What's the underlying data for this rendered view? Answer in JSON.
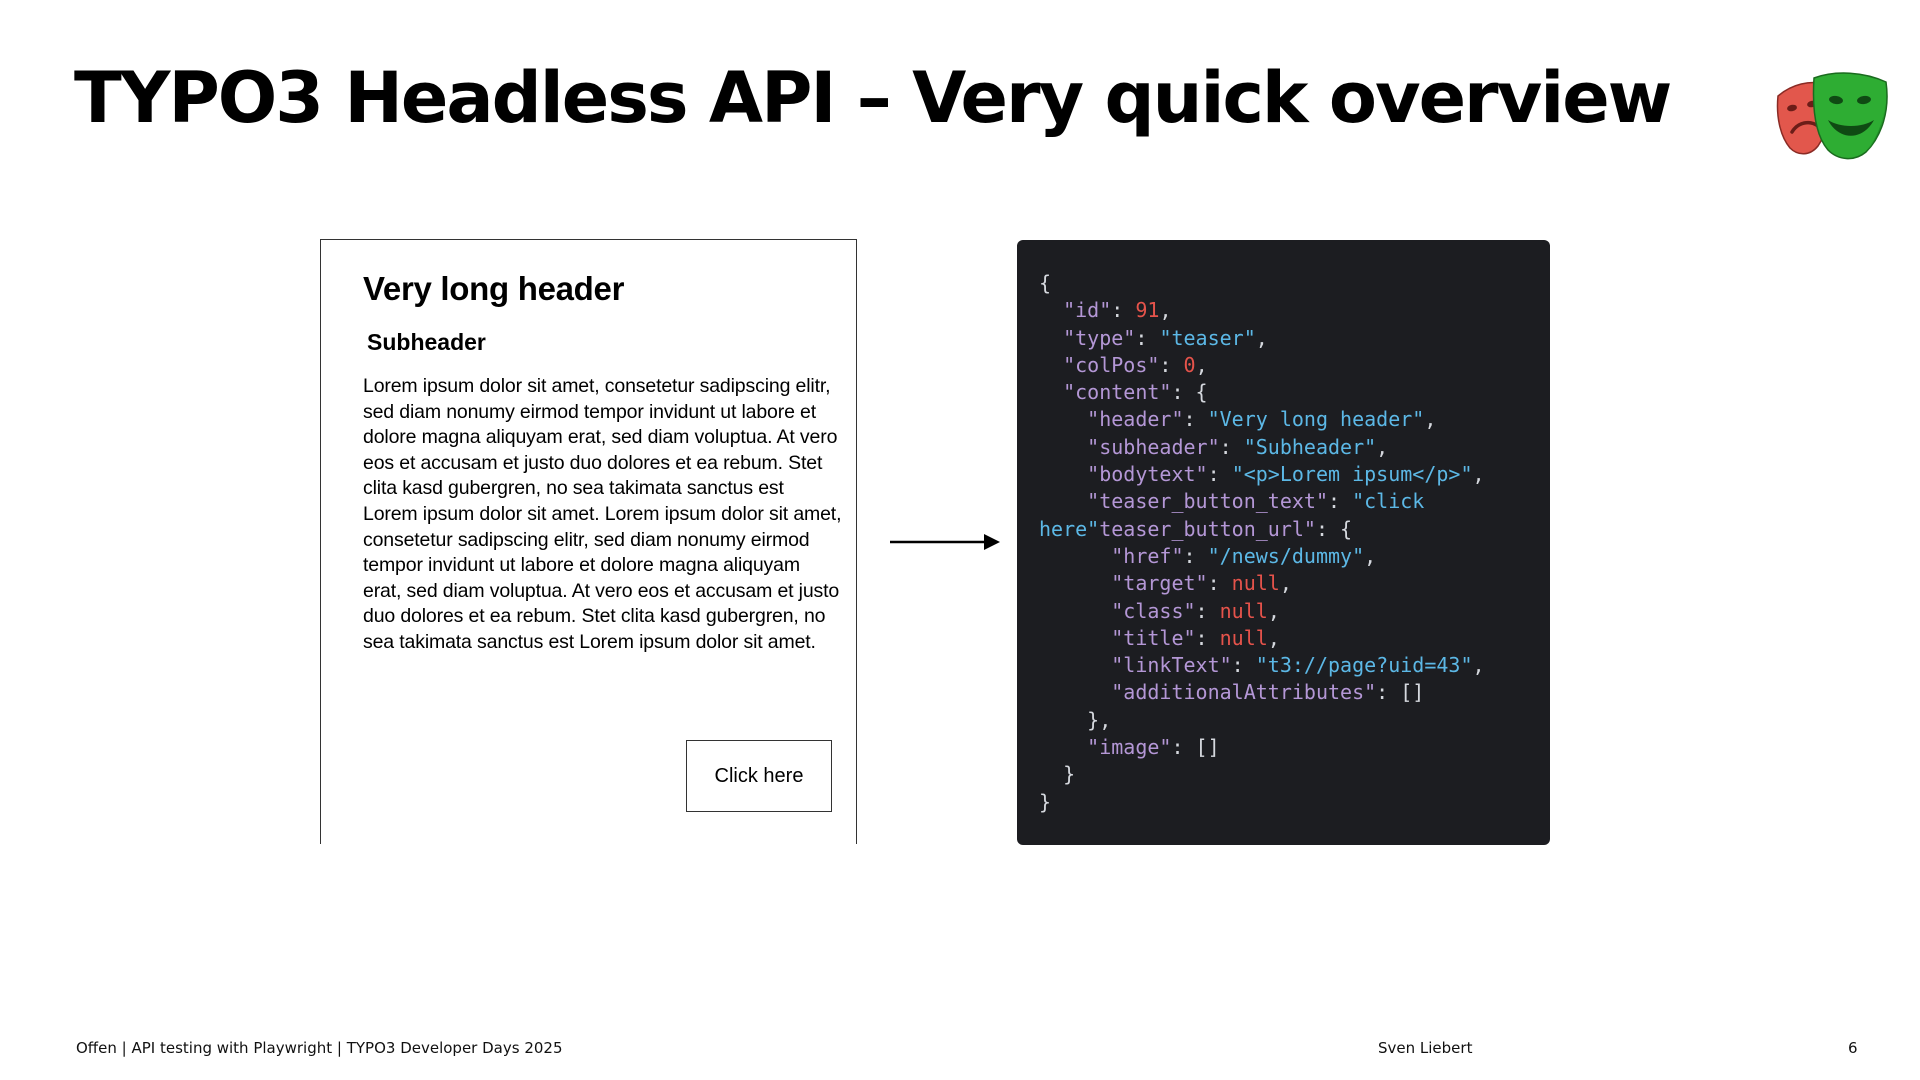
{
  "slide": {
    "title": "TYPO3 Headless API – Very quick overview"
  },
  "logo": {
    "icon": "theatre-masks-icon",
    "colors": {
      "mask_left": "#e2574c",
      "mask_right": "#2ead33",
      "mask_right_dark": "#1f8f27"
    }
  },
  "mockup": {
    "header": "Very long header",
    "subheader": "Subheader",
    "bodytext": "Lorem ipsum dolor sit amet, consetetur sadipscing elitr, sed diam nonumy eirmod tempor invidunt ut labore et dolore magna aliquyam erat, sed diam voluptua. At vero eos et accusam et justo duo dolores et ea rebum. Stet clita kasd gubergren, no sea takimata sanctus est Lorem ipsum dolor sit amet. Lorem ipsum dolor sit amet, consetetur sadipscing elitr, sed diam nonumy eirmod tempor invidunt ut labore et dolore magna aliquyam erat, sed diam voluptua. At vero eos et accusam et justo duo dolores et ea rebum. Stet clita kasd gubergren, no sea takimata sanctus est Lorem ipsum dolor sit amet.",
    "button_label": "Click here"
  },
  "arrow": {
    "icon": "arrow-right-icon"
  },
  "code": {
    "colors": {
      "background": "#1c1d21",
      "punctuation": "#d5d8de",
      "key": "#b497d6",
      "string": "#5cb8e6",
      "number": "#e5534b"
    },
    "lines": [
      {
        "indent": "",
        "parts": [
          {
            "t": "{",
            "c": "p"
          }
        ]
      },
      {
        "indent": "  ",
        "parts": [
          {
            "t": "\"id\"",
            "c": "k"
          },
          {
            "t": ": ",
            "c": "p"
          },
          {
            "t": "91",
            "c": "n"
          },
          {
            "t": ",",
            "c": "p"
          }
        ]
      },
      {
        "indent": "  ",
        "parts": [
          {
            "t": "\"type\"",
            "c": "k"
          },
          {
            "t": ": ",
            "c": "p"
          },
          {
            "t": "\"teaser\"",
            "c": "s"
          },
          {
            "t": ",",
            "c": "p"
          }
        ]
      },
      {
        "indent": "  ",
        "parts": [
          {
            "t": "\"colPos\"",
            "c": "k"
          },
          {
            "t": ": ",
            "c": "p"
          },
          {
            "t": "0",
            "c": "n"
          },
          {
            "t": ",",
            "c": "p"
          }
        ]
      },
      {
        "indent": "  ",
        "parts": [
          {
            "t": "\"content\"",
            "c": "k"
          },
          {
            "t": ": {",
            "c": "p"
          }
        ]
      },
      {
        "indent": "    ",
        "parts": [
          {
            "t": "\"header\"",
            "c": "k"
          },
          {
            "t": ": ",
            "c": "p"
          },
          {
            "t": "\"Very long header\"",
            "c": "s"
          },
          {
            "t": ",",
            "c": "p"
          }
        ]
      },
      {
        "indent": "    ",
        "parts": [
          {
            "t": "\"subheader\"",
            "c": "k"
          },
          {
            "t": ": ",
            "c": "p"
          },
          {
            "t": "\"Subheader\"",
            "c": "s"
          },
          {
            "t": ",",
            "c": "p"
          }
        ]
      },
      {
        "indent": "    ",
        "parts": [
          {
            "t": "\"bodytext\"",
            "c": "k"
          },
          {
            "t": ": ",
            "c": "p"
          },
          {
            "t": "\"<p>Lorem ipsum</p>\"",
            "c": "s"
          },
          {
            "t": ",",
            "c": "p"
          }
        ]
      },
      {
        "indent": "    ",
        "parts": [
          {
            "t": "\"teaser_button_text\"",
            "c": "k"
          },
          {
            "t": ": ",
            "c": "p"
          },
          {
            "t": "\"click",
            "c": "s"
          }
        ]
      },
      {
        "indent": "",
        "parts": [
          {
            "t": "here\"",
            "c": "s"
          },
          {
            "t": "teaser_button_url\"",
            "c": "k"
          },
          {
            "t": ": {",
            "c": "p"
          }
        ]
      },
      {
        "indent": "      ",
        "parts": [
          {
            "t": "\"href\"",
            "c": "k"
          },
          {
            "t": ": ",
            "c": "p"
          },
          {
            "t": "\"/news/dummy\"",
            "c": "s"
          },
          {
            "t": ",",
            "c": "p"
          }
        ]
      },
      {
        "indent": "      ",
        "parts": [
          {
            "t": "\"target\"",
            "c": "k"
          },
          {
            "t": ": ",
            "c": "p"
          },
          {
            "t": "null",
            "c": "n"
          },
          {
            "t": ",",
            "c": "p"
          }
        ]
      },
      {
        "indent": "      ",
        "parts": [
          {
            "t": "\"class\"",
            "c": "k"
          },
          {
            "t": ": ",
            "c": "p"
          },
          {
            "t": "null",
            "c": "n"
          },
          {
            "t": ",",
            "c": "p"
          }
        ]
      },
      {
        "indent": "      ",
        "parts": [
          {
            "t": "\"title\"",
            "c": "k"
          },
          {
            "t": ": ",
            "c": "p"
          },
          {
            "t": "null",
            "c": "n"
          },
          {
            "t": ",",
            "c": "p"
          }
        ]
      },
      {
        "indent": "      ",
        "parts": [
          {
            "t": "\"linkText\"",
            "c": "k"
          },
          {
            "t": ": ",
            "c": "p"
          },
          {
            "t": "\"t3://page?uid=43\"",
            "c": "s"
          },
          {
            "t": ",",
            "c": "p"
          }
        ]
      },
      {
        "indent": "      ",
        "parts": [
          {
            "t": "\"additionalAttributes\"",
            "c": "k"
          },
          {
            "t": ": []",
            "c": "p"
          }
        ]
      },
      {
        "indent": "    ",
        "parts": [
          {
            "t": "},",
            "c": "p"
          }
        ]
      },
      {
        "indent": "    ",
        "parts": [
          {
            "t": "\"image\"",
            "c": "k"
          },
          {
            "t": ": []",
            "c": "p"
          }
        ]
      },
      {
        "indent": "  ",
        "parts": [
          {
            "t": "}",
            "c": "p"
          }
        ]
      },
      {
        "indent": "",
        "parts": [
          {
            "t": "}",
            "c": "p"
          }
        ]
      }
    ]
  },
  "footer": {
    "left": "Offen | API testing with Playwright | TYPO3 Developer Days 2025",
    "author": "Sven Liebert",
    "page": "6"
  }
}
